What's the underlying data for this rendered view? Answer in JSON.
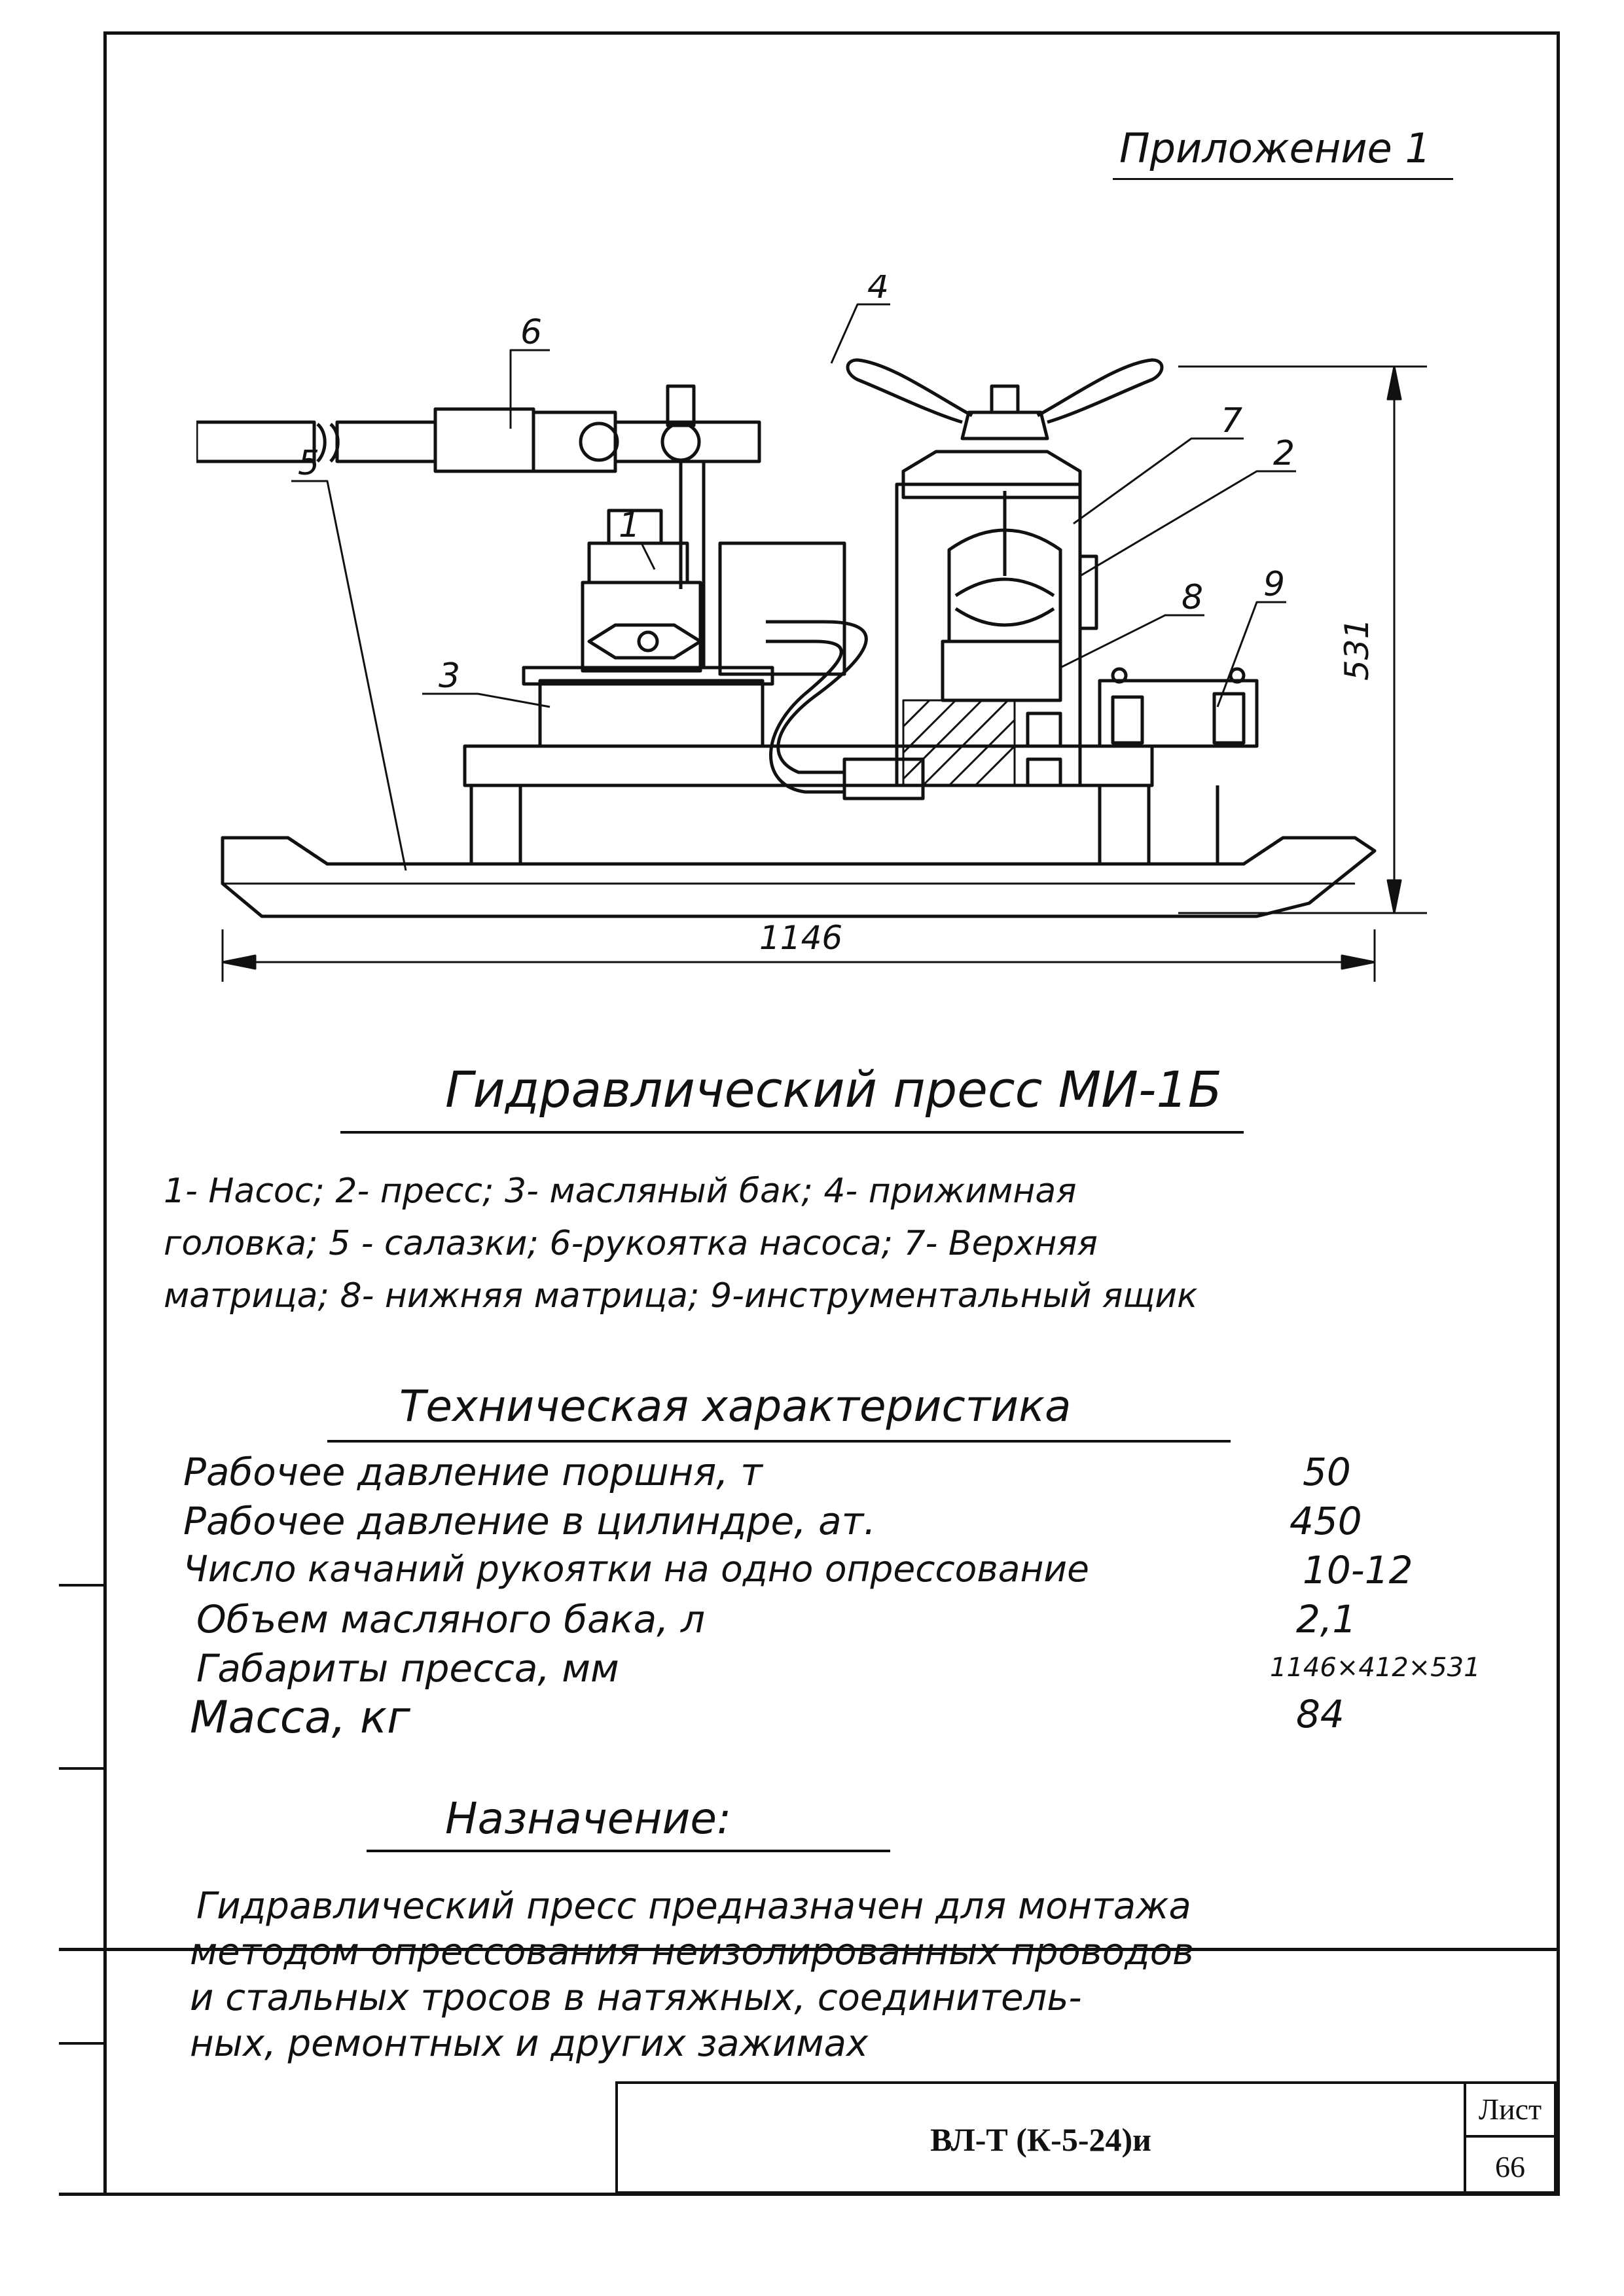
{
  "appendix": "Приложение 1",
  "drawing": {
    "callouts": [
      "1",
      "2",
      "3",
      "4",
      "5",
      "6",
      "7",
      "8",
      "9"
    ],
    "dimensions": {
      "length": "1146",
      "height": "531"
    }
  },
  "title": "Гидравлический пресс МИ-1Б",
  "legend": [
    "1- Насос; 2- пресс; 3- масляный бак; 4- прижимная",
    "головка; 5 - салазки; 6-рукоятка насоса; 7- Верхняя",
    "матрица; 8- нижняя матрица; 9-инструментальный ящик"
  ],
  "specs": {
    "heading": "Техническая характеристика",
    "rows": [
      {
        "label": "Рабочее давление поршня, т",
        "value": "50"
      },
      {
        "label": "Рабочее давление в цилиндре, ат.",
        "value": "450"
      },
      {
        "label": "Число качаний рукоятки на одно опрессование",
        "value": "10-12"
      },
      {
        "label": "Объем масляного бака, л",
        "value": "2,1"
      },
      {
        "label": "Габариты пресса, мм",
        "value": "1146×412×531"
      },
      {
        "label": "Масса, кг",
        "value": "84"
      }
    ]
  },
  "purpose": {
    "heading": "Назначение:",
    "lines": [
      "Гидравлический пресс предназначен для монтажа",
      "методом опрессования неизолированных проводов",
      "и стальных тросов в натяжных, соединитель-",
      "ных, ремонтных и других зажимах"
    ]
  },
  "stamp": {
    "designation": "ВЛ-Т (К-5-24)и",
    "sheet_label": "Лист",
    "sheet_number": "66"
  }
}
